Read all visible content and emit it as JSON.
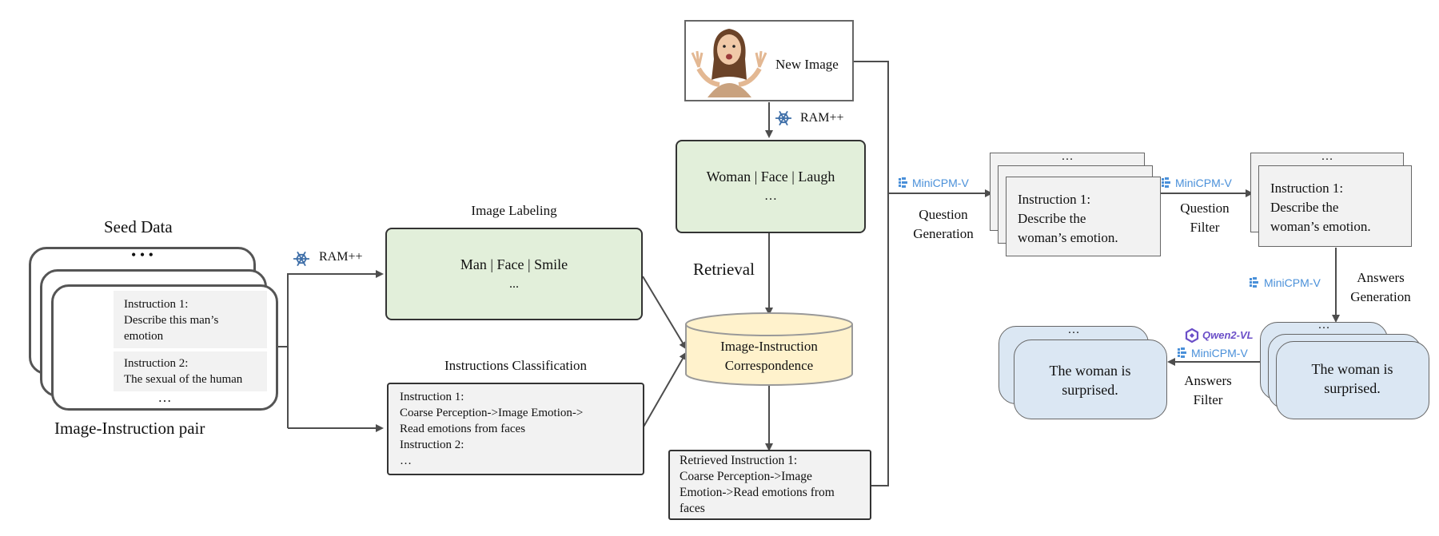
{
  "seed": {
    "title": "Seed Data",
    "dots_top": "• • •",
    "instruction1": "Instruction 1:\nDescribe this man’s\nemotion",
    "instruction2": "Instruction 2:\nThe sexual of the human",
    "dots_bottom": "…",
    "caption": "Image-Instruction pair"
  },
  "ram_label_left": "RAM++",
  "ram_label_top": "RAM++",
  "image_labeling": {
    "title": "Image Labeling",
    "tags": "Man | Face | Smile",
    "more": "..."
  },
  "instructions_classification": {
    "title": "Instructions Classification",
    "text": "Instruction 1:\nCoarse Perception->Image Emotion->\nRead emotions from faces\nInstruction 2:\n…"
  },
  "new_image": {
    "label": "New Image"
  },
  "new_tags": {
    "tags": "Woman | Face | Laugh",
    "more": "…"
  },
  "retrieval_label": "Retrieval",
  "database": {
    "label": "Image-Instruction\nCorrespondence"
  },
  "retrieved": {
    "text": "Retrieved Instruction 1:\nCoarse Perception->Image\nEmotion->Read emotions from\nfaces"
  },
  "question_generation": {
    "model": "MiniCPM-V",
    "label": "Question\nGeneration"
  },
  "question_stack": {
    "dots": "…",
    "text": "Instruction 1:\nDescribe the\nwoman’s emotion."
  },
  "question_filter": {
    "model": "MiniCPM-V",
    "label": "Question\nFilter"
  },
  "filtered_question": {
    "dots": "…",
    "text": "Instruction 1:\nDescribe the\nwoman’s emotion."
  },
  "answers_generation": {
    "model": "MiniCPM-V",
    "label": "Answers\nGeneration"
  },
  "generated_answers": {
    "dots": "…",
    "text": "The woman is\nsurprised."
  },
  "answers_filter": {
    "model_a": "Qwen2-VL",
    "model_b": "MiniCPM-V",
    "label": "Answers\nFilter"
  },
  "final_answers": {
    "dots": "…",
    "text": "The woman is\nsurprised."
  },
  "colors": {
    "green_fill": "#e2efda",
    "grey_fill": "#f2f2f2",
    "db_fill": "#fff2cc",
    "blue_fill": "#dbe7f3",
    "model_blue": "#4a90d9",
    "qwen_purple": "#6b4fc8",
    "line": "#4d4d4d"
  },
  "icons": [
    "snowflake-icon",
    "minicpm-icon",
    "qwen-icon",
    "person-photo",
    "woman-photo"
  ]
}
